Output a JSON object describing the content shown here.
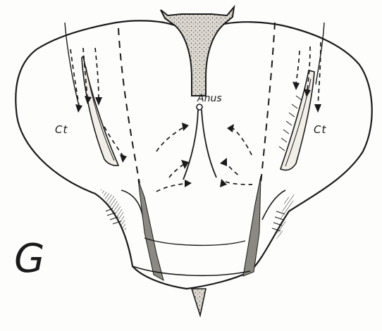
{
  "labels": {
    "anus": "Anus",
    "ct_left": "Ct",
    "ct_right": "Ct",
    "panel": "G"
  },
  "colors": {
    "ink": "#1a1a1a",
    "stipple_fill": "#d9d6cf",
    "paper": "#fdfdfc"
  }
}
